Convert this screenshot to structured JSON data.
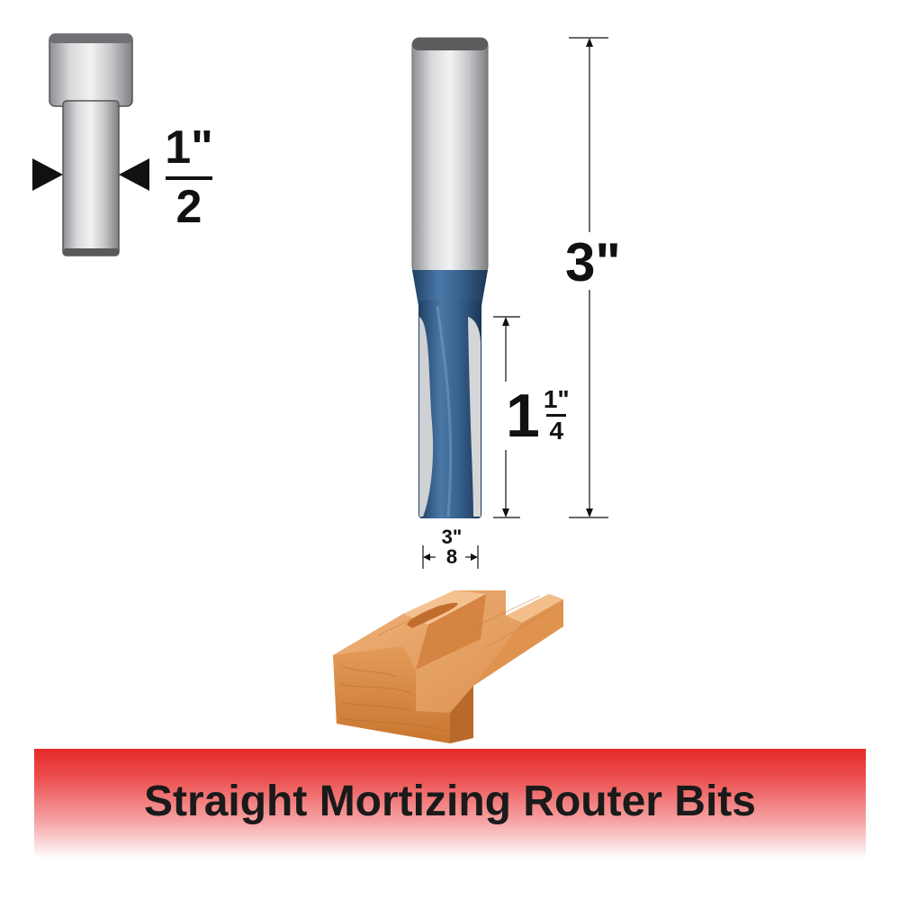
{
  "dimensions": {
    "shank_diameter": {
      "numerator": "1\"",
      "denominator": "2"
    },
    "overall_length": "3\"",
    "cutting_length": {
      "whole": "1",
      "numerator": "1\"",
      "denominator": "4"
    },
    "cutting_diameter": {
      "numerator": "3\"",
      "denominator": "8"
    }
  },
  "banner": {
    "title": "Straight Mortizing Router Bits"
  },
  "colors": {
    "banner_red": "#e52a2a",
    "bit_blue": "#3a5f88",
    "shank_silver": "#c9cacc",
    "wood": "#d98a45"
  },
  "icons": [
    "shank-profile-icon",
    "router-bit-illustration",
    "wood-profile-icon"
  ]
}
